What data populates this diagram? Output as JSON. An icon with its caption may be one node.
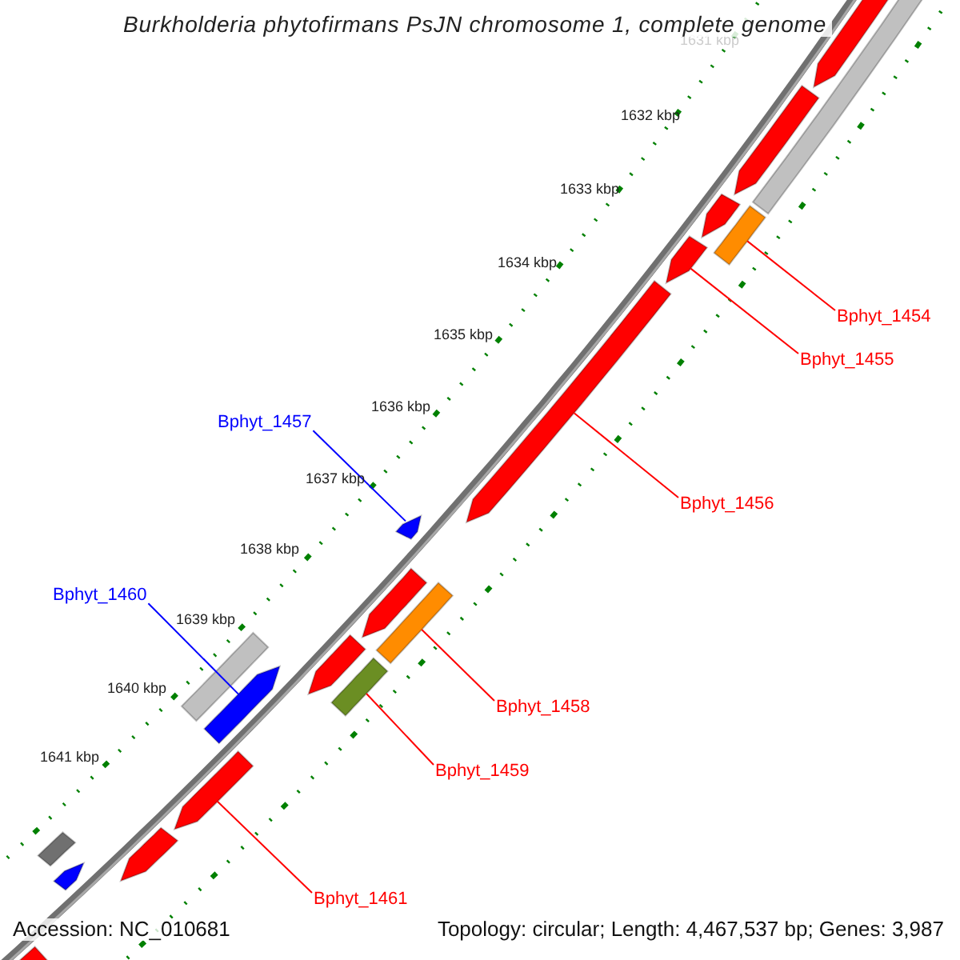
{
  "diagram": {
    "title": "Burkholderia phytofirmans PsJN chromosome 1, complete genome",
    "nodes": [
      {
        "text": [
          "Bphyt_1454"
        ]
      },
      {
        "text": [],
        "shape": "bar"
      },
      {
        "text": [
          "Bphyt_1455"
        ]
      },
      {
        "text": [],
        "shape": "arrow"
      },
      {
        "text": [
          "Bphyt_1456"
        ]
      },
      {
        "text": [],
        "shape": "arrow"
      },
      {
        "text": [
          "Bphyt_1457"
        ]
      },
      {
        "text": [],
        "shape": "arrow"
      },
      {
        "text": [
          "Bphyt_1458"
        ]
      },
      {
        "text": [],
        "shape": "bar"
      },
      {
        "text": [
          "Bphyt_1459"
        ]
      },
      {
        "text": [],
        "shape": "bar"
      },
      {
        "text": [
          "Bphyt_1460"
        ]
      },
      {
        "text": [],
        "shape": "arrow"
      },
      {
        "text": [
          "Bphyt_1461"
        ]
      },
      {
        "text": [],
        "shape": "arrow"
      }
    ],
    "edges": [
      {
        "from": 0,
        "to": 1,
        "arrow": "none"
      },
      {
        "from": 2,
        "to": 3,
        "arrow": "none"
      },
      {
        "from": 4,
        "to": 5,
        "arrow": "none"
      },
      {
        "from": 6,
        "to": 7,
        "arrow": "none",
        "color": "#0000ff"
      },
      {
        "from": 8,
        "to": 9,
        "arrow": "none"
      },
      {
        "from": 10,
        "to": 11,
        "arrow": "none"
      },
      {
        "from": 12,
        "to": 13,
        "arrow": "none",
        "color": "#0000ff"
      },
      {
        "from": 14,
        "to": 15,
        "arrow": "none"
      }
    ],
    "labels": [
      "1631 kbp",
      "1632 kbp",
      "1633 kbp",
      "1634 kbp",
      "1635 kbp",
      "1636 kbp",
      "1637 kbp",
      "1638 kbp",
      "1639 kbp",
      "1640 kbp",
      "1641 kbp",
      "Accession: NC_010681",
      "Topology: circular; Length: 4,467,537 bp; Genes: 3,987"
    ]
  }
}
